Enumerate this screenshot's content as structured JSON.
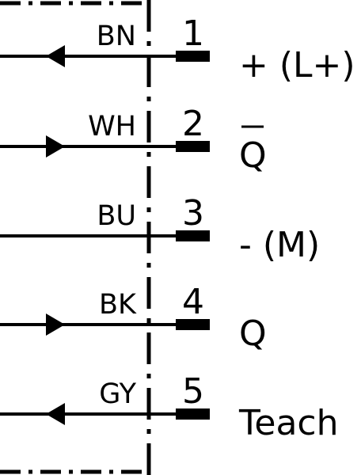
{
  "pins": [
    {
      "number": "1",
      "color": "BN",
      "signal": "+ (L+)",
      "signal_overline": false,
      "arrow": "left"
    },
    {
      "number": "2",
      "color": "WH",
      "signal": "Q",
      "signal_overline": true,
      "arrow": "right"
    },
    {
      "number": "3",
      "color": "BU",
      "signal": "- (M)",
      "signal_overline": false,
      "arrow": "none"
    },
    {
      "number": "4",
      "color": "BK",
      "signal": "Q",
      "signal_overline": false,
      "arrow": "right"
    },
    {
      "number": "5",
      "color": "GY",
      "signal": "Teach",
      "signal_overline": false,
      "arrow": "left"
    }
  ]
}
